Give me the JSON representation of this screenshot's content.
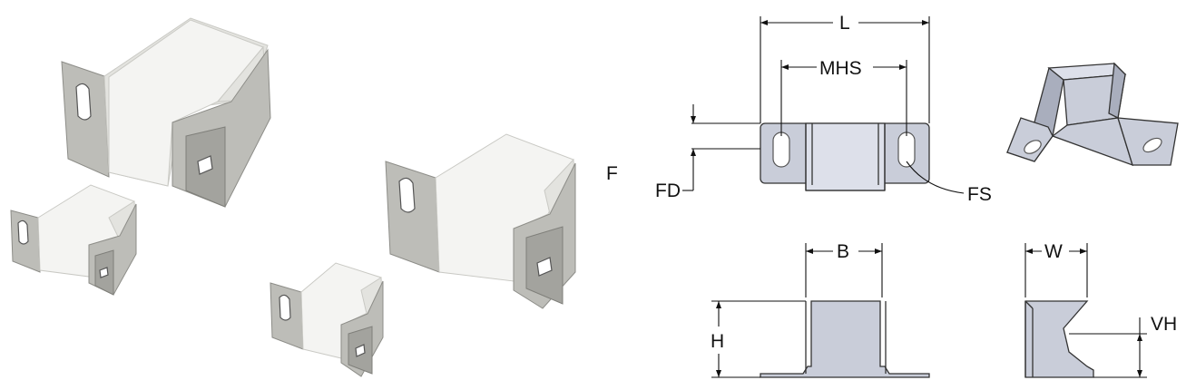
{
  "labels": {
    "length": "L",
    "mounting_hole_spacing": "MHS",
    "flange_distance": "FD",
    "flange_slot": "FS",
    "base": "B",
    "width": "W",
    "height": "H",
    "v_height": "VH",
    "partial_label": "F"
  },
  "colors": {
    "drawing_fill": "#c9cdd9",
    "bumper_white": "#f4f4f2",
    "metal": "#bdbdb8",
    "line": "#111111"
  }
}
